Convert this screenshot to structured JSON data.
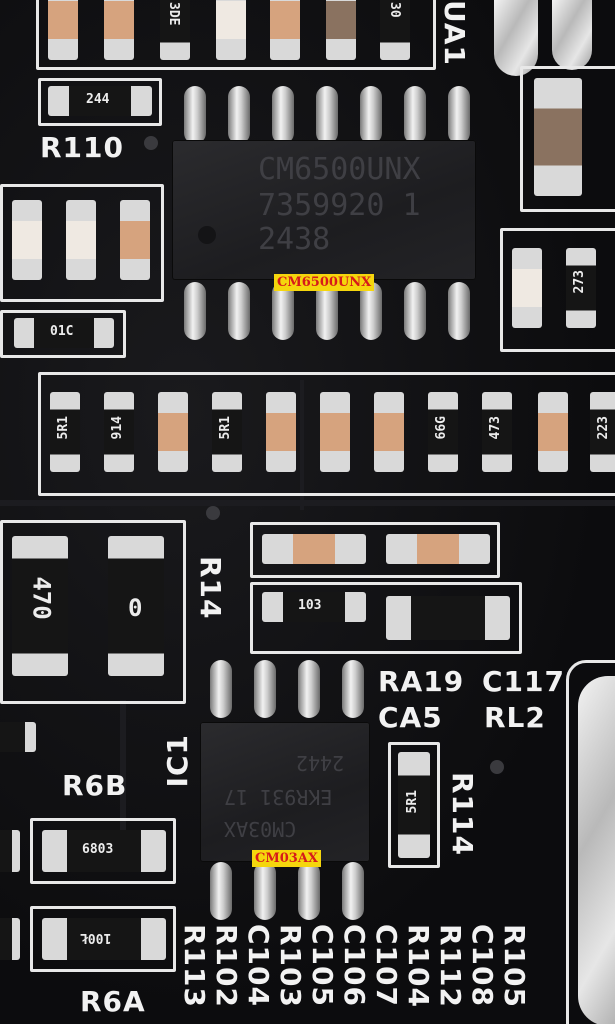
{
  "chips": {
    "top": {
      "marking_line1": "CM6500UNX",
      "marking_line2": "7359920 1",
      "marking_line3": "2438",
      "label": "CM6500UNX"
    },
    "bottom": {
      "marking_line1": "CM03AX",
      "marking_line2": "EKR931 17",
      "marking_line3": "2442",
      "label": "CM03AX"
    }
  },
  "component_codes": {
    "r110_code": "244",
    "c_left_code": "01C",
    "row_codes": [
      "5R1",
      "914",
      "5R1",
      "66G",
      "473",
      "223"
    ],
    "right_code": "273",
    "r_big1": "470",
    "r_big2": "0",
    "mid_code": "103",
    "r114_code": "5R1",
    "r6b_code": "6803",
    "r6a_code": "100Ł",
    "top_codes": [
      "3DE",
      "30"
    ]
  },
  "silkscreen": {
    "r110": "R110",
    "ua1": "UA1",
    "r14": "R14",
    "ra19": "RA19",
    "c117": "C117",
    "ca5": "CA5",
    "rl2": "RL2",
    "ic1": "IC1",
    "r6b": "R6B",
    "r114": "R114",
    "r6a": "R6A",
    "bottom_column": [
      "R113",
      "R102",
      "C104",
      "R103",
      "C105",
      "C106",
      "C107",
      "R104",
      "R112",
      "C108",
      "R105"
    ]
  }
}
